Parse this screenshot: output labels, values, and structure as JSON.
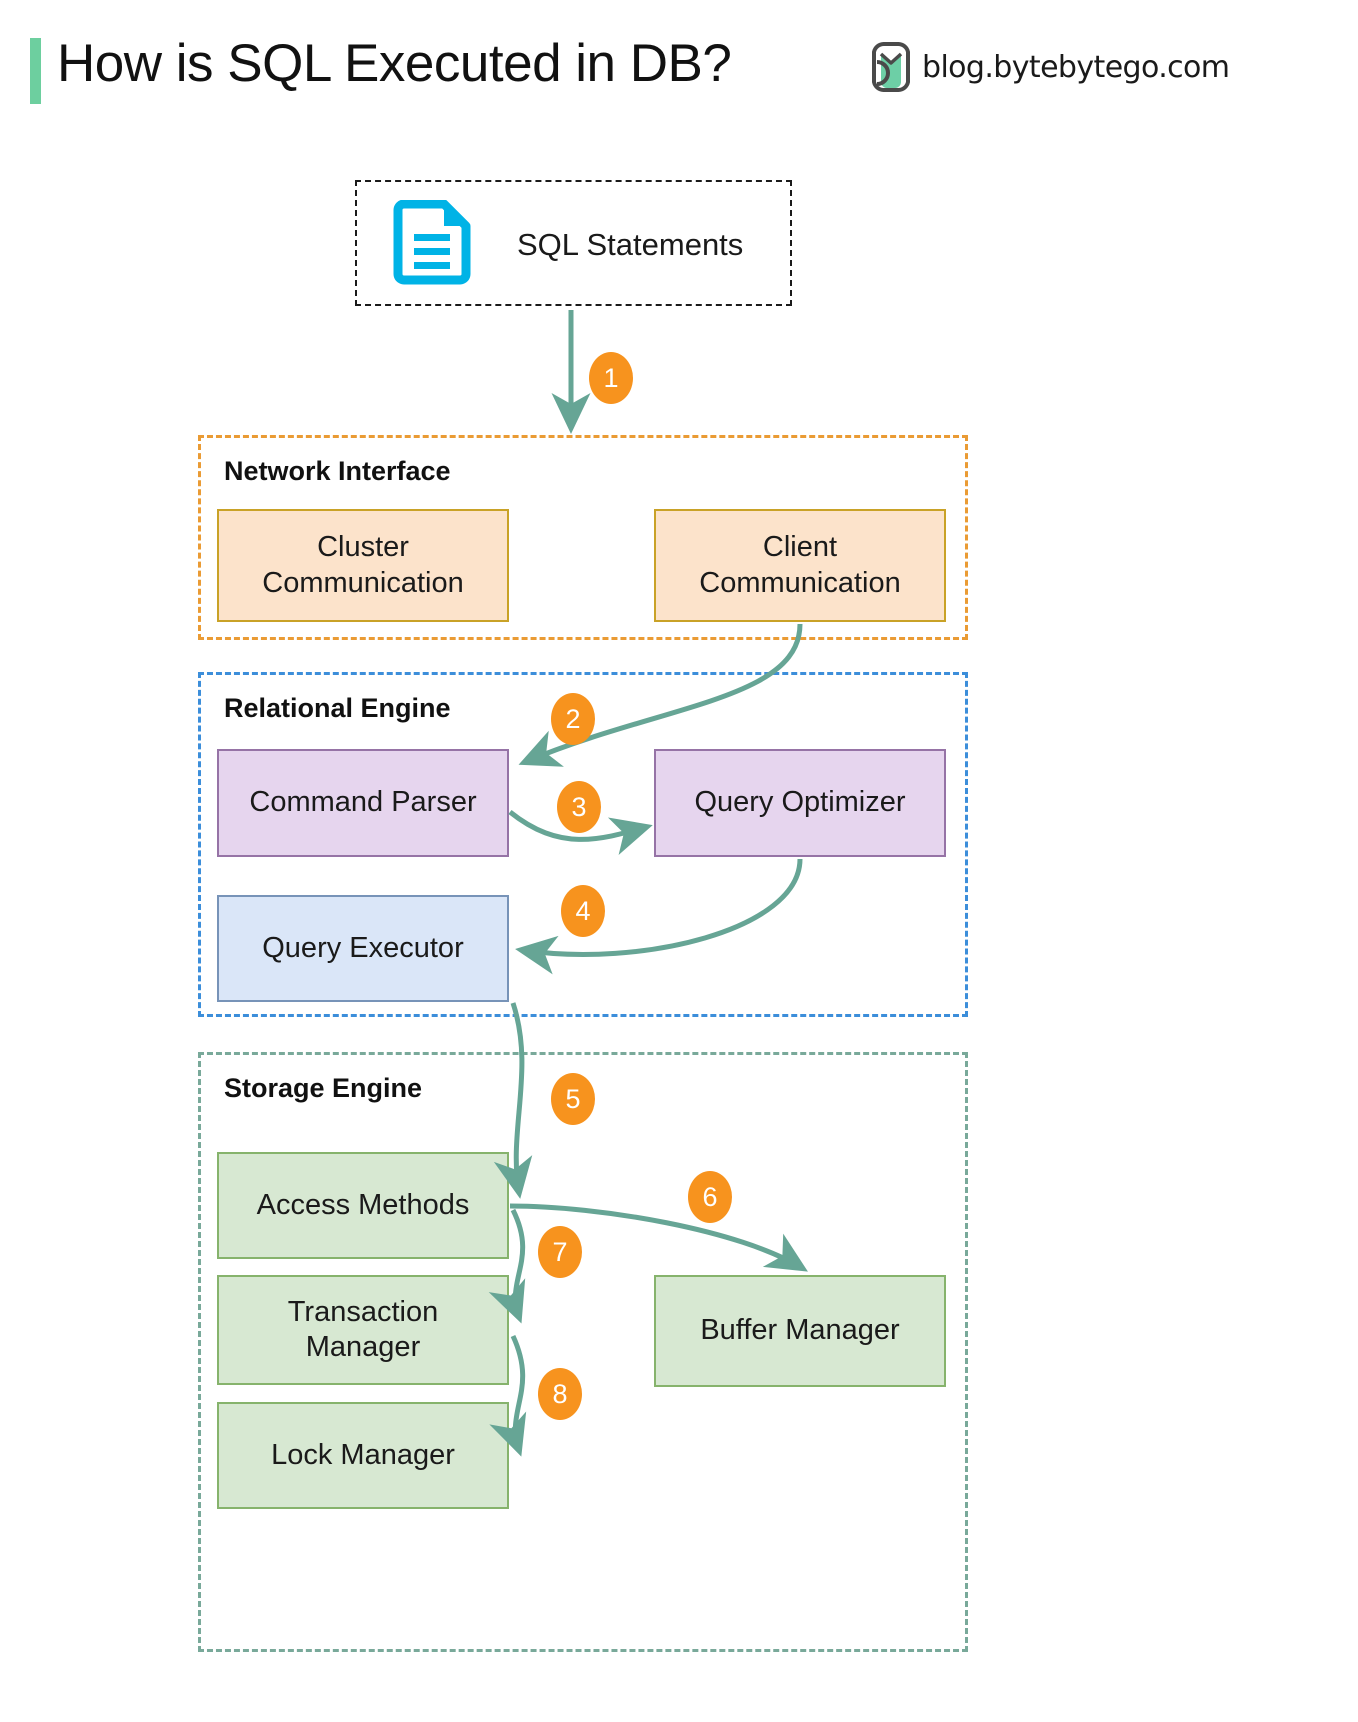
{
  "header": {
    "title": "How is SQL Executed in DB?",
    "brand_text": "blog.bytebytego.com",
    "accent_color": "#6DCF9F",
    "logo_icon": "bytebytego-logo-icon"
  },
  "source": {
    "label": "SQL Statements",
    "icon": "document-lines-icon",
    "icon_color": "#00B3E6"
  },
  "groups": [
    {
      "id": "network",
      "title": "Network Interface",
      "border_color": "#EA9B34"
    },
    {
      "id": "relational",
      "title": "Relational Engine",
      "border_color": "#3C8EDA"
    },
    {
      "id": "storage",
      "title": "Storage Engine",
      "border_color": "#79A99A"
    }
  ],
  "nodes": {
    "cluster": {
      "label": "Cluster\nCommunication",
      "fill": "#FCE3CB",
      "stroke": "#C9A227"
    },
    "client": {
      "label": "Client\nCommunication",
      "fill": "#FCE3CB",
      "stroke": "#C9A227"
    },
    "parser": {
      "label": "Command Parser",
      "fill": "#E6D5EE",
      "stroke": "#9673A6"
    },
    "optimizer": {
      "label": "Query Optimizer",
      "fill": "#E6D5EE",
      "stroke": "#9673A6"
    },
    "executor": {
      "label": "Query Executor",
      "fill": "#DAE6F8",
      "stroke": "#7793B8"
    },
    "access": {
      "label": "Access Methods",
      "fill": "#D7E8D2",
      "stroke": "#86B36C"
    },
    "transaction": {
      "label": "Transaction\nManager",
      "fill": "#D7E8D2",
      "stroke": "#86B36C"
    },
    "lock": {
      "label": "Lock Manager",
      "fill": "#D7E8D2",
      "stroke": "#86B36C"
    },
    "buffer": {
      "label": "Buffer Manager",
      "fill": "#D7E8D2",
      "stroke": "#86B36C"
    }
  },
  "steps": [
    {
      "number": "1",
      "from": "SQL Statements",
      "to": "Network Interface"
    },
    {
      "number": "2",
      "from": "Client Communication",
      "to": "Command Parser"
    },
    {
      "number": "3",
      "from": "Command Parser",
      "to": "Query Optimizer"
    },
    {
      "number": "4",
      "from": "Query Optimizer",
      "to": "Query Executor"
    },
    {
      "number": "5",
      "from": "Query Executor",
      "to": "Access Methods"
    },
    {
      "number": "6",
      "from": "Access Methods",
      "to": "Buffer Manager"
    },
    {
      "number": "7",
      "from": "Access Methods",
      "to": "Transaction Manager"
    },
    {
      "number": "8",
      "from": "Transaction Manager",
      "to": "Lock Manager"
    }
  ],
  "colors": {
    "badge": "#F7931E",
    "arrow": "#66A595",
    "background": "#FFFFFF"
  }
}
